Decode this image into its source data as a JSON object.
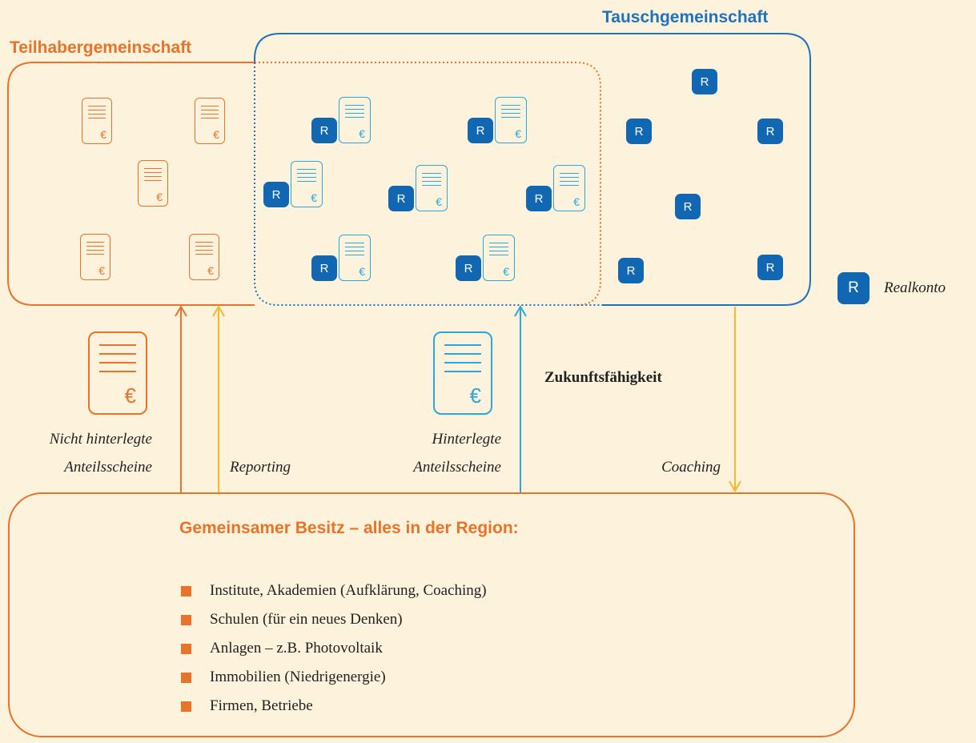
{
  "titles": {
    "teilhaber": "Teilhabergemeinschaft",
    "tausch": "Tauschgemeinschaft"
  },
  "icons": {
    "realkonto_letter": "R",
    "euro_symbol": "€"
  },
  "legend": {
    "realkonto": "Realkonto"
  },
  "labels": {
    "nicht_hinterlegte_1": "Nicht hinterlegte",
    "nicht_hinterlegte_2": "Anteilsscheine",
    "reporting": "Reporting",
    "hinterlegte_1": "Hinterlegte",
    "hinterlegte_2": "Anteilsscheine",
    "zukunft": "Zukunftsfähigkeit",
    "coaching": "Coaching"
  },
  "bottom": {
    "title": "Gemeinsamer Besitz – alles in der Region:",
    "items": [
      "Institute, Akademien (Aufklärung, Coaching)",
      "Schulen (für ein neues Denken)",
      "Anlagen – z.B. Photovoltaik",
      "Immobilien (Niedrigenergie)",
      "Firmen, Betriebe"
    ]
  },
  "colors": {
    "orange": "#e8732a",
    "blue_dark": "#1e73be",
    "blue_light": "#29a8e0",
    "yellow": "#f5b82e",
    "background": "#fdf2dc"
  }
}
